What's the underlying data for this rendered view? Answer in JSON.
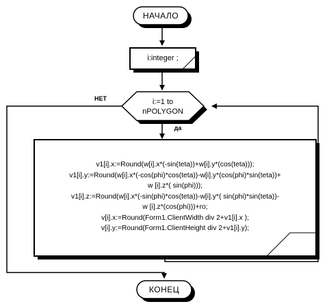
{
  "flowchart": {
    "start_label": "НАЧАЛО",
    "declaration": "i:integer ;",
    "loop": {
      "line1": "i:=1 to",
      "line2": "nPOLYGON"
    },
    "edge_no": "НЕТ",
    "edge_yes": "да",
    "process_lines": [
      "v1[i].x:=Round(w[i].x*(-sin(teta))+w[i].y*(cos(teta)));",
      "v1[i].y:=Round(w[i].x*(-cos(phi)*cos(teta))-w[i].y*(cos(phi)*sin(teta))+",
      "w  [i].z*( sin(phi)));",
      "v1[i].z:=Round(w[i].x*(-sin(phi)*cos(teta))-w[i].y*( sin(phi)*sin(teta))-",
      "w  [i].z*(cos(phi)))+ro;",
      "v[i].x:=Round(Form1.ClientWidth div 2+v1[i].x );",
      "v[i].y:=Round(Form1.ClientHeight div 2+v1[i].y);"
    ],
    "end_label": "КОНЕЦ"
  }
}
